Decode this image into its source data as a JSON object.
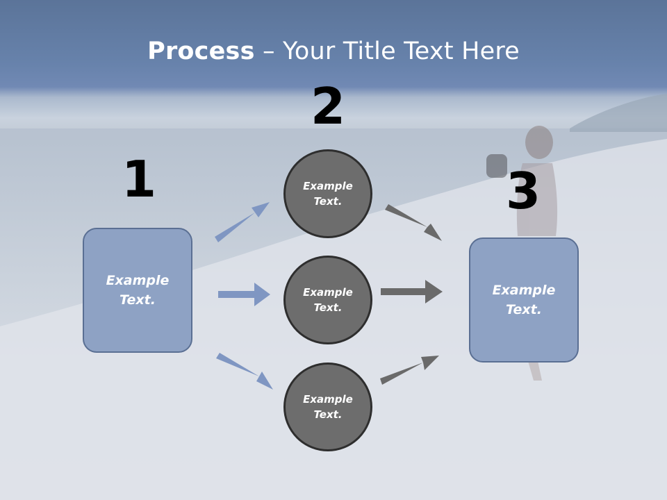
{
  "title": {
    "bold": "Process",
    "rest": " – Your Title Text Here"
  },
  "steps": {
    "step1": "1",
    "step2": "2",
    "step3": "3"
  },
  "nodes": {
    "left_box": "Example Text.",
    "circle_top": "Example Text.",
    "circle_middle": "Example Text.",
    "circle_bottom": "Example Text.",
    "right_box": "Example Text."
  },
  "colors": {
    "box_fill": "#8ea2c4",
    "circle_fill": "#6d6d6d",
    "arrow_blue": "#7f96c2",
    "arrow_gray": "#6a6a6a"
  }
}
